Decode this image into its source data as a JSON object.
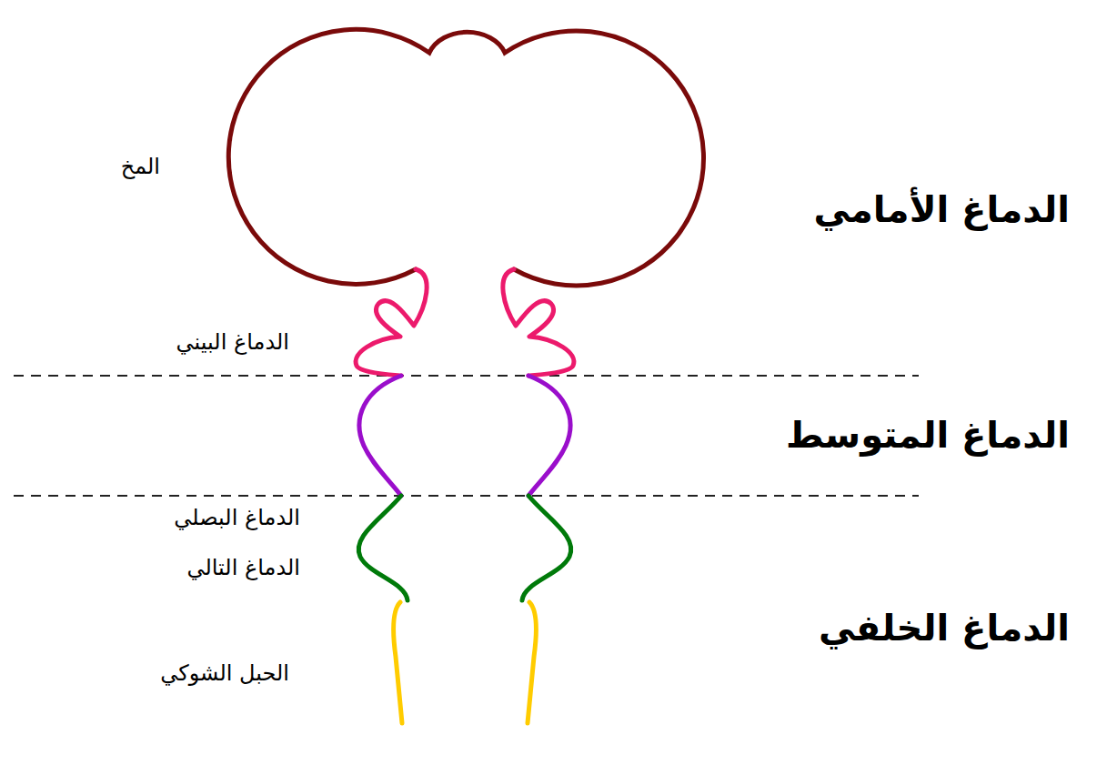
{
  "diagram": {
    "labels": [
      "المخ",
      "الدماغ الأمامي",
      "الدماغ البيني",
      "الدماغ المتوسط",
      "الدماغ البصلي",
      "الدماغ التالي",
      "الدماغ الخلفي",
      "الحبل الشوكي"
    ]
  }
}
